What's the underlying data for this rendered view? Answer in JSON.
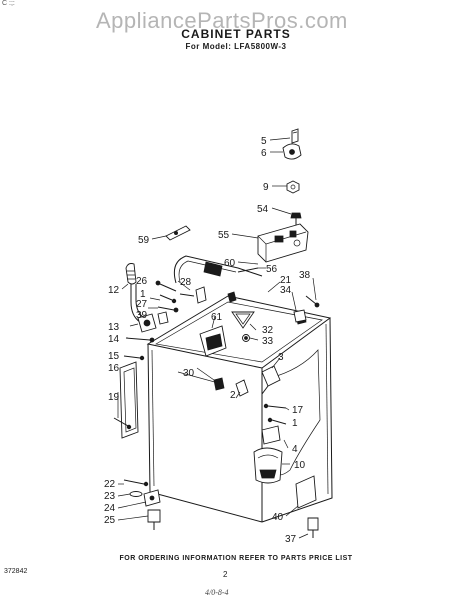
{
  "header": {
    "corner_mark": "C :;:",
    "watermark": "AppliancePartsPros.com",
    "title": "CABINET PARTS",
    "subtitle": "For Model: LFA5800W-3"
  },
  "callouts": [
    "5",
    "6",
    "9",
    "54",
    "55",
    "59",
    "60",
    "56",
    "21",
    "38",
    "34",
    "12",
    "26",
    "28",
    "1",
    "27",
    "39",
    "13",
    "61",
    "32",
    "33",
    "14",
    "15",
    "16",
    "3",
    "30",
    "2",
    "19",
    "17",
    "1",
    "4",
    "10",
    "22",
    "23",
    "24",
    "25",
    "40",
    "37"
  ],
  "footer": {
    "instruction": "FOR ORDERING INFORMATION REFER TO PARTS PRICE LIST",
    "doc_number": "372842",
    "page_number": "2",
    "handwritten_note": "4/0-8-4"
  },
  "colors": {
    "ink": "#1a1a1a",
    "watermark": "#b5b5b5",
    "paper": "#ffffff"
  }
}
